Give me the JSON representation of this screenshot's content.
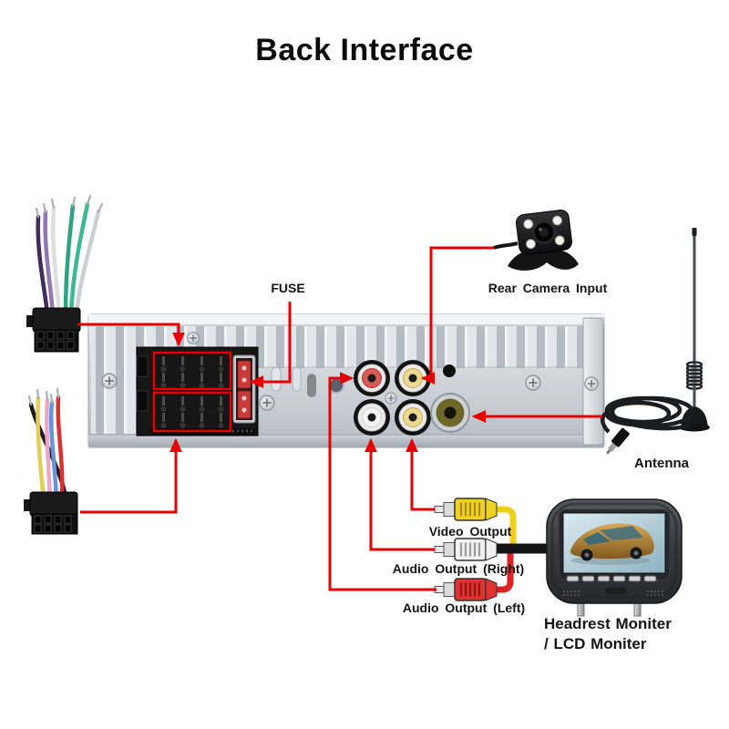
{
  "title": "Back Interface",
  "labels": {
    "fuse": "FUSE",
    "rear_camera_input": "Rear Camera Input",
    "antenna": "Antenna",
    "video_output": "Video Output",
    "audio_output_right": "Audio Output (Right)",
    "audio_output_left": "Audio Output (Left)",
    "monitor_line1": "Headrest Moniter",
    "monitor_line2": "/ LCD Moniter"
  },
  "colors": {
    "background": "#ffffff",
    "annotation_red": "#e60000",
    "text": "#141414",
    "chassis_silver": "#d4d9de",
    "video_yellow": "#f0d225",
    "audio_white": "#f1f1f1",
    "audio_red": "#e03230"
  },
  "components": [
    "wire-harness-top",
    "wire-harness-bottom",
    "car-stereo-rear-panel",
    "iso-connector-block",
    "fuse-holder",
    "rca-jack-red",
    "rca-jack-yellow-top",
    "rca-jack-white",
    "rca-jack-yellow-bottom",
    "antenna-jack",
    "rear-camera",
    "antenna",
    "rca-plug-video",
    "rca-plug-audio-right",
    "rca-plug-audio-left",
    "headrest-monitor"
  ]
}
